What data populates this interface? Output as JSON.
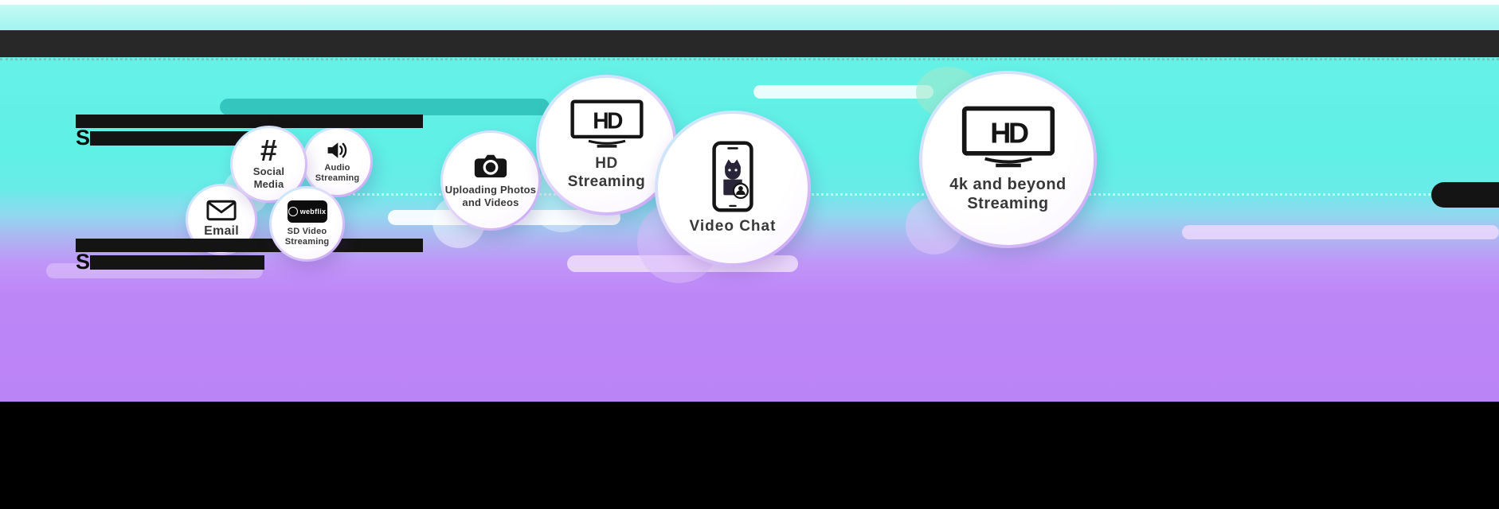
{
  "colors": {
    "background_cyan": "#5EF0E6",
    "background_purple": "#BD86F8",
    "header_bar": "#282828",
    "footer_bar": "#000000",
    "accent_teal_pill": "#2BBEB6",
    "bubble_label_text": "#383838"
  },
  "redacted_text": {
    "block1": {
      "lead_letter": "S"
    },
    "block2": {
      "lead_letter": "S"
    }
  },
  "bubbles": [
    {
      "name": "email",
      "icon": "envelope-icon",
      "lines": [
        "Email"
      ]
    },
    {
      "name": "social-media",
      "icon": "hashtag-icon",
      "glyph": "#",
      "lines": [
        "Social",
        "Media"
      ]
    },
    {
      "name": "audio-streaming",
      "icon": "speaker-icon",
      "lines": [
        "Audio",
        "Streaming"
      ]
    },
    {
      "name": "sd-video-streaming",
      "icon": "webflix-logo",
      "logo_text": "webflix",
      "lines": [
        "SD Video",
        "Streaming"
      ]
    },
    {
      "name": "uploading-photos-and-videos",
      "icon": "camera-icon",
      "lines": [
        "Uploading Photos",
        "and Videos"
      ]
    },
    {
      "name": "hd-streaming",
      "icon": "hd-tv-icon",
      "tv_label": "HD",
      "lines": [
        "HD",
        "Streaming"
      ]
    },
    {
      "name": "video-chat",
      "icon": "video-chat-phone-icon",
      "lines": [
        "Video Chat"
      ]
    },
    {
      "name": "4k-and-beyond-streaming",
      "icon": "hd-tv-icon",
      "tv_label": "HD",
      "lines": [
        "4k and beyond",
        "Streaming"
      ]
    }
  ]
}
